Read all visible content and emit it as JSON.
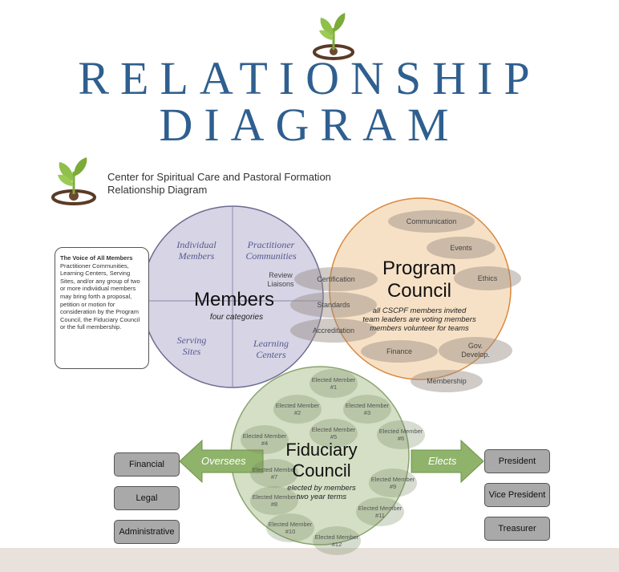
{
  "title_line1": "RELATIONSHIP",
  "title_line2": "DIAGRAM",
  "subtitle_line1": "Center for Spiritual Care and Pastoral Formation",
  "subtitle_line2": "Relationship Diagram",
  "members": {
    "title": "Members",
    "subtitle": "four categories",
    "quadrants": [
      "Individual Members",
      "Practitioner Communities",
      "Serving Sites",
      "Learning Centers"
    ],
    "review": "Review Liaisons"
  },
  "overlap_items": [
    "Certification",
    "Standards",
    "Accreditation"
  ],
  "program_council": {
    "title_line1": "Program",
    "title_line2": "Council",
    "note_line1": "all CSCPF members invited",
    "note_line2": "team leaders are voting members",
    "note_line3": "members volunteer for teams",
    "teams": [
      "Communication",
      "Events",
      "Ethics",
      "Finance",
      "Gov. Develop.",
      "Membership"
    ]
  },
  "fiduciary_council": {
    "title_line1": "Fiduciary",
    "title_line2": "Council",
    "note_line1": "elected by members",
    "note_line2": "two year terms",
    "elected_members": [
      "Elected Member #1",
      "Elected Member #2",
      "Elected Member #3",
      "Elected Member #4",
      "Elected Member #5",
      "Elected Member #6",
      "Elected Member #7",
      "Elected Member #8",
      "Elected Member #9",
      "Elected Member #10",
      "Elected Member #11",
      "Elected Member #12"
    ]
  },
  "voice_box": {
    "heading": "The Voice of All Members",
    "body": "Practitioner Communities, Learning Centers, Serving Sites, and/or any group of two or more indiviidual members may bring forth a proposal, petition or motion for consideration by the Program Council, the Fiduciary Council or the full membership."
  },
  "oversees_label": "Oversees",
  "elects_label": "Elects",
  "oversees_items": [
    "Financial",
    "Legal",
    "Administrative"
  ],
  "elects_items": [
    "President",
    "Vice President",
    "Treasurer"
  ],
  "colors": {
    "title": "#2f5f8f",
    "members_circle": "#cfcce0",
    "program_circle": "#f5d9b8",
    "fiduciary_circle": "#c9d7b6",
    "arrow_green": "#8fb36a"
  }
}
